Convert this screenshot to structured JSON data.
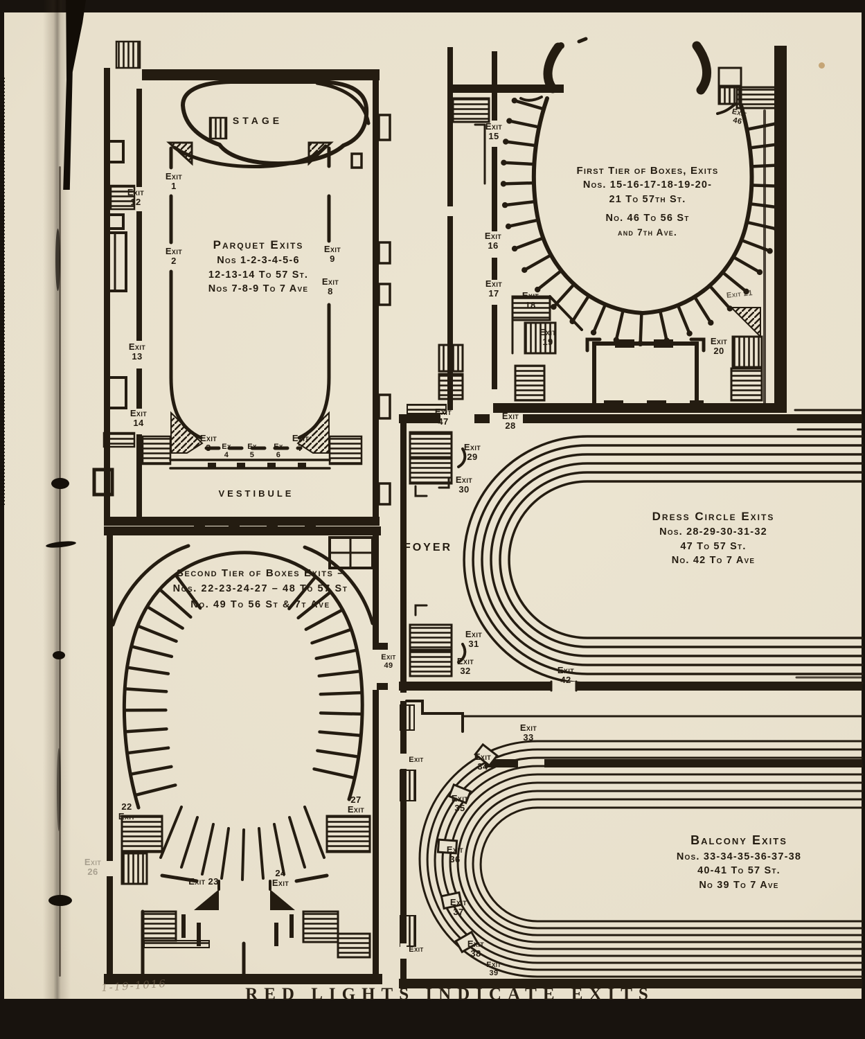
{
  "document": {
    "footer_caption": "RED LIGHTS INDICATE EXITS",
    "handwritten_date": "1-19-1016"
  },
  "plans": {
    "parquet": {
      "stage_label": "STAGE",
      "vestibule_label": "VESTIBULE",
      "title": [
        "Parquet Exits",
        "Nos 1-2-3-4-5-6",
        "12-13-14 To 57 St.",
        "Nos 7-8-9 To 7 Ave"
      ],
      "exits": {
        "e1": "Exit\n1",
        "e2": "Exit\n2",
        "e3": "Exit\n3",
        "e4": "Ex\n4",
        "e5": "Ex\n5",
        "e6": "Ex\n6",
        "e7": "Exit\n7",
        "e8": "Exit\n8",
        "e9": "Exit\n9",
        "e12": "Exit\n12",
        "e13": "Exit\n13",
        "e14": "Exit\n14"
      }
    },
    "first_tier": {
      "title": [
        "First Tier of Boxes, Exits",
        "Nos. 15-16-17-18-19-20-",
        "21 To 57th St.",
        "No. 46 To 56 St",
        "and 7th Ave."
      ],
      "exits": {
        "e15": "Exit\n15",
        "e16": "Exit\n16",
        "e17": "Exit\n17",
        "e18": "Exit\n18",
        "e19": "Exit\n19",
        "e20": "Exit\n20",
        "e21": "Exit 21",
        "e46": "Exit\n46"
      }
    },
    "dress_circle": {
      "foyer_label": "FOYER",
      "title": [
        "Dress Circle Exits",
        "Nos. 28-29-30-31-32",
        "47 To 57 St.",
        "No. 42 To 7 Ave"
      ],
      "exits": {
        "e28": "Exit\n28",
        "e29": "Exit\n29",
        "e30": "Exit\n30",
        "e31": "Exit\n31",
        "e32": "Exit\n32",
        "e42": "Exit\n42",
        "e47": "Exit\n47"
      }
    },
    "second_tier": {
      "title": [
        "Second Tier of Boxes  Exits –",
        "Nos. 22-23-24-27 – 48 To 57 St",
        "No.  49 To 56 St & 7t Ave"
      ],
      "exits": {
        "e22": "22\nExit",
        "e23": "Exit 23",
        "e24": "24\nExit",
        "e26": "Exit\n26",
        "e27": "27\nExit",
        "e49": "Exit\n49"
      }
    },
    "balcony": {
      "title": [
        "Balcony Exits",
        "Nos. 33-34-35-36-37-38",
        "40-41 To 57 St.",
        "No 39 To 7 Ave"
      ],
      "exits": {
        "e33": "Exit\n33",
        "e34": "Exit\n34",
        "e35": "Exit\n35",
        "e36": "Exit\n36",
        "e37": "Exit\n37",
        "e38": "Exit\n38",
        "e39": "Exit\n39",
        "unnumbered_upper": "Exit",
        "unnumbered_lower": "Exit"
      }
    }
  }
}
